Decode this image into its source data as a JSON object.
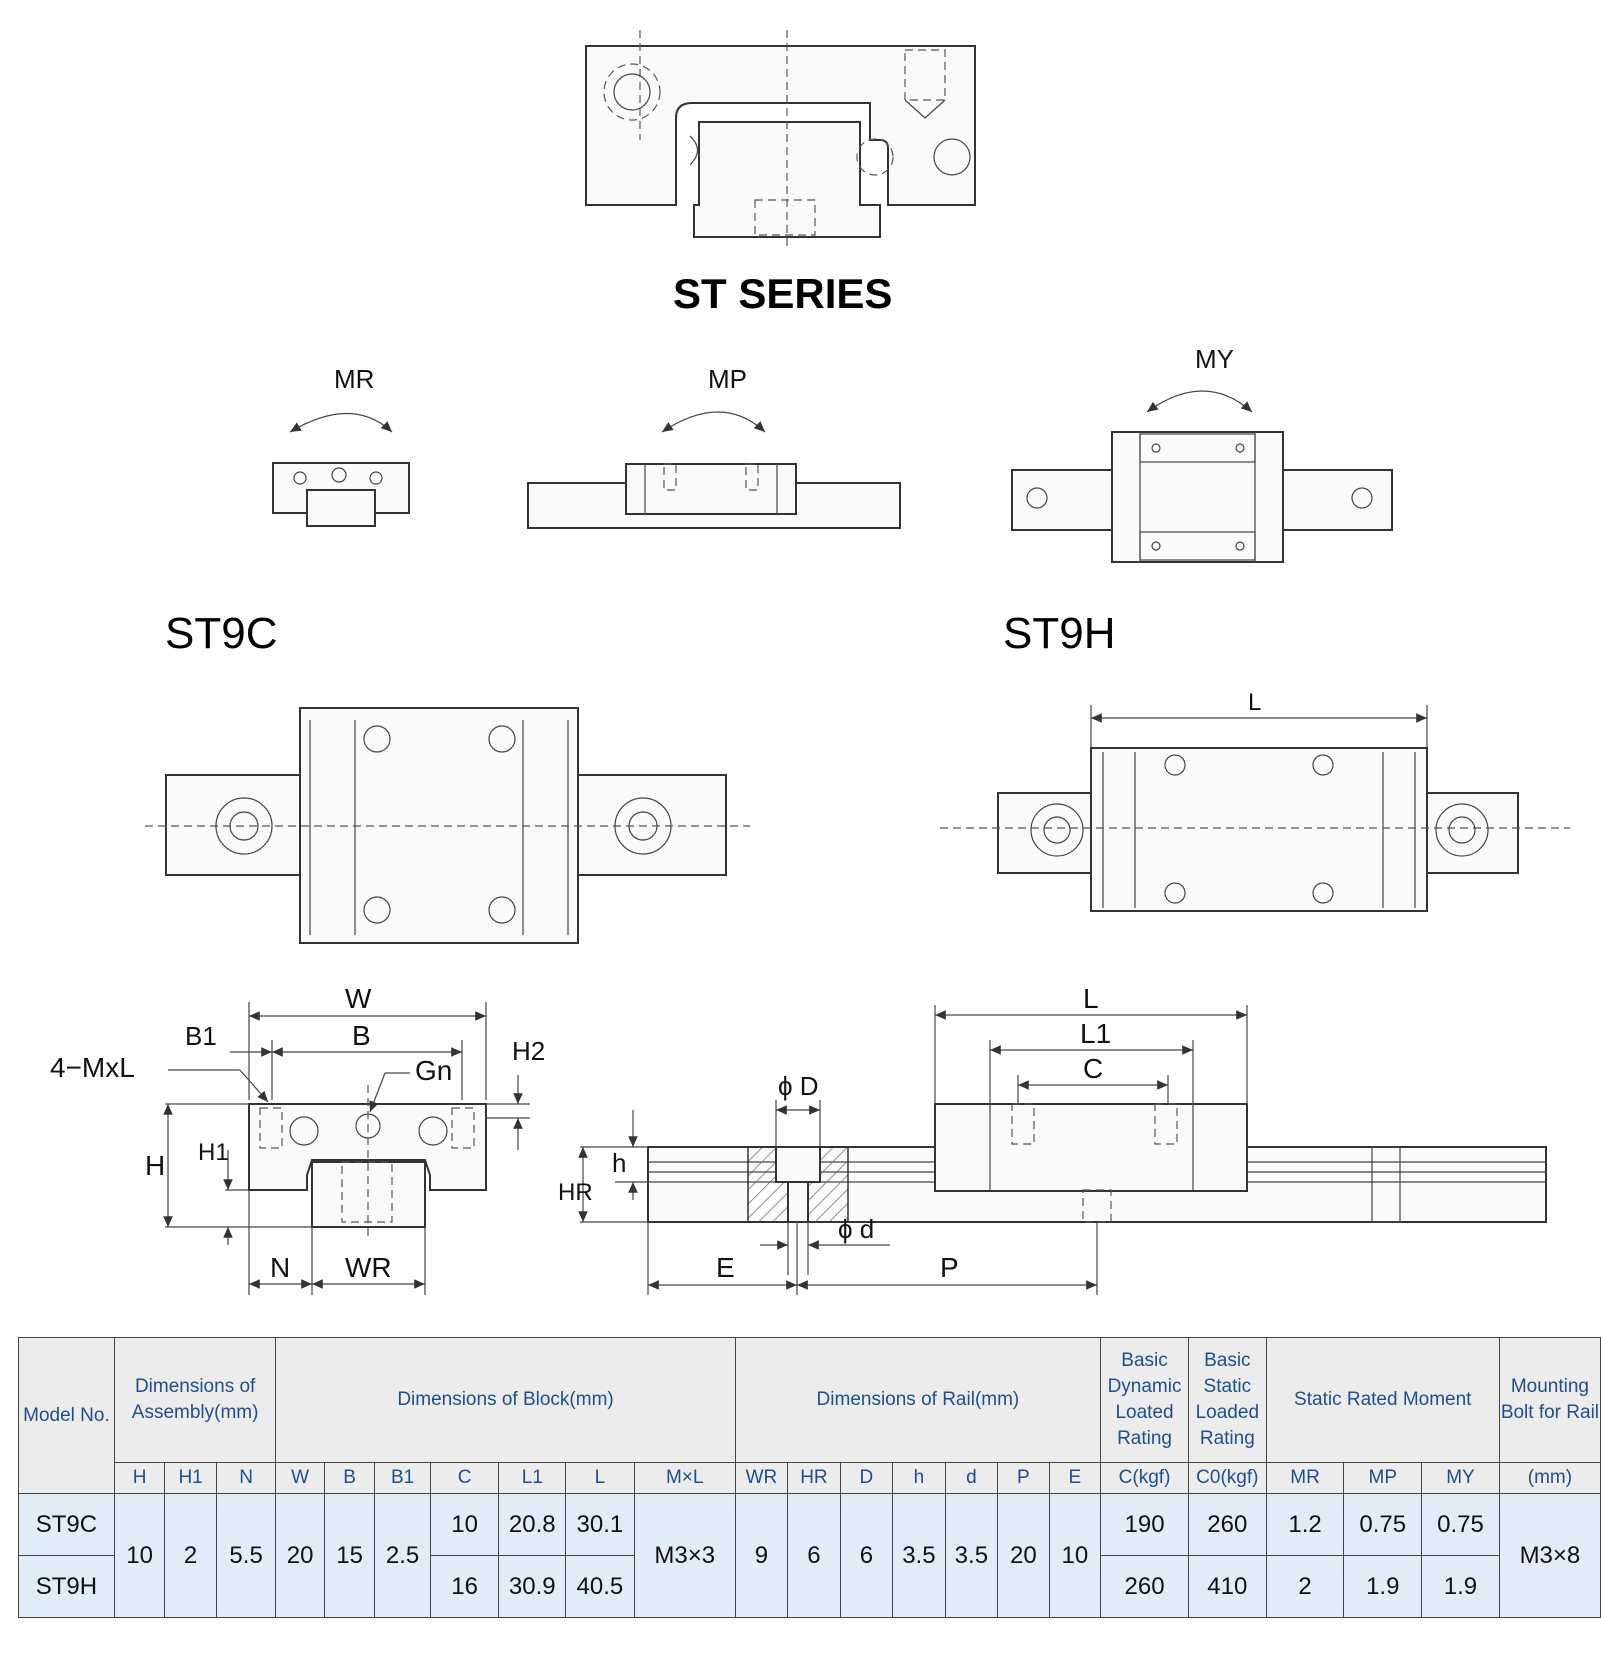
{
  "title": "ST SERIES",
  "moments": {
    "mr": "MR",
    "mp": "MP",
    "my": "MY"
  },
  "models": {
    "left": "ST9C",
    "right": "ST9H"
  },
  "dimension_labels": {
    "L": "L",
    "L1": "L1",
    "C": "C",
    "W": "W",
    "B": "B",
    "B1": "B1",
    "mxl": "4−MxL",
    "gn": "Gn",
    "h2": "H2",
    "h": "H",
    "h1": "H1",
    "n": "N",
    "wr": "WR",
    "phiD": "ϕ D",
    "phid": "ϕ d",
    "hsmall": "h",
    "hr": "HR",
    "e": "E",
    "p": "P"
  },
  "table": {
    "group_headers": {
      "model": "Model No.",
      "assembly": "Dimensions of Assembly(mm)",
      "block": "Dimensions of Block(mm)",
      "rail": "Dimensions of Rail(mm)",
      "dynamic": "Basic Dynamic Loated Rating",
      "static": "Basic Static Loaded Rating",
      "moment": "Static Rated Moment",
      "bolt": "Mounting Bolt for Rail"
    },
    "sub_headers": {
      "H": "H",
      "H1": "H1",
      "N": "N",
      "W": "W",
      "B": "B",
      "B1": "B1",
      "C": "C",
      "L1": "L1",
      "L": "L",
      "MxL": "M×L",
      "WR": "WR",
      "HR": "HR",
      "D": "D",
      "h": "h",
      "d": "d",
      "P": "P",
      "E": "E",
      "Ckgf": "C(kgf)",
      "C0kgf": "C0(kgf)",
      "MR": "MR",
      "MP": "MP",
      "MY": "MY",
      "mm": "(mm)"
    },
    "rows": [
      {
        "model": "ST9C",
        "C": "10",
        "L1": "20.8",
        "L": "30.1",
        "Ckgf": "190",
        "C0kgf": "260",
        "MR": "1.2",
        "MP": "0.75",
        "MY": "0.75"
      },
      {
        "model": "ST9H",
        "C": "16",
        "L1": "30.9",
        "L": "40.5",
        "Ckgf": "260",
        "C0kgf": "410",
        "MR": "2",
        "MP": "1.9",
        "MY": "1.9"
      }
    ],
    "shared": {
      "H": "10",
      "H1": "2",
      "N": "5.5",
      "W": "20",
      "B": "15",
      "B1": "2.5",
      "MxL": "M3×3",
      "WR": "9",
      "HR": "6",
      "D": "6",
      "h": "3.5",
      "d": "3.5",
      "P": "20",
      "E": "10",
      "bolt": "M3×8"
    }
  }
}
